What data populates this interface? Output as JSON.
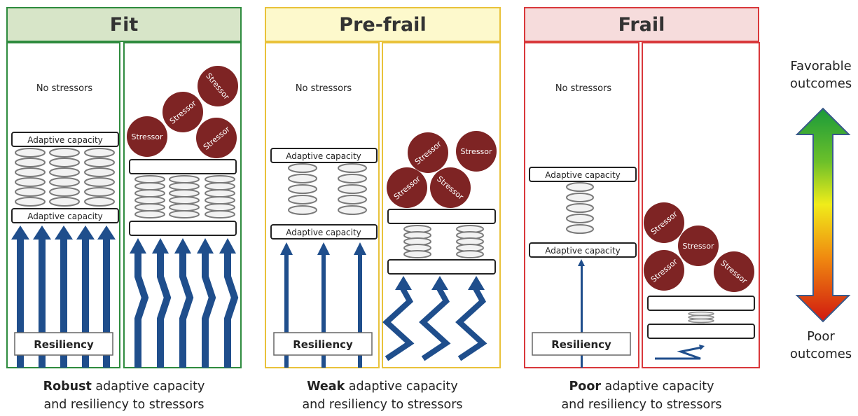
{
  "panels": [
    {
      "title": "Fit",
      "no_stressors": "No stressors",
      "adaptive_top": "Adaptive capacity",
      "adaptive_bottom": "Adaptive capacity",
      "resiliency": "Resiliency",
      "stressor_labels": [
        "Stressor",
        "Stressor",
        "Stressor",
        "Stressor"
      ],
      "caption_bold": "Robust",
      "caption_line1_rest": " adaptive capacity",
      "caption_line2": "and resiliency to stressors",
      "color": "#2e8b3e",
      "header_bg": "#d7e5c8"
    },
    {
      "title": "Pre-frail",
      "no_stressors": "No stressors",
      "adaptive_top": "Adaptive capacity",
      "adaptive_bottom": "Adaptive capacity",
      "resiliency": "Resiliency",
      "stressor_labels": [
        "Stressor",
        "Stressor",
        "Stressor",
        "Stressor"
      ],
      "caption_bold": "Weak",
      "caption_line1_rest": " adaptive capacity",
      "caption_line2": "and resiliency to stressors",
      "color": "#e9c23a",
      "header_bg": "#fdf9cc"
    },
    {
      "title": "Frail",
      "no_stressors": "No stressors",
      "adaptive_top": "Adaptive capacity",
      "adaptive_bottom": "Adaptive capacity",
      "resiliency": "Resiliency",
      "stressor_labels": [
        "Stressor",
        "Stressor",
        "Stressor",
        "Stressor"
      ],
      "caption_bold": "Poor",
      "caption_line1_rest": " adaptive capacity",
      "caption_line2": "and resiliency to stressors",
      "color": "#d9383b",
      "header_bg": "#f6dcdc"
    }
  ],
  "legend": {
    "top_line1": "Favorable",
    "top_line2": "outcomes",
    "bottom_line1": "Poor",
    "bottom_line2": "outcomes"
  },
  "colors": {
    "arrow_blue": "#1f4e8c",
    "stressor_red": "#7e2424"
  }
}
